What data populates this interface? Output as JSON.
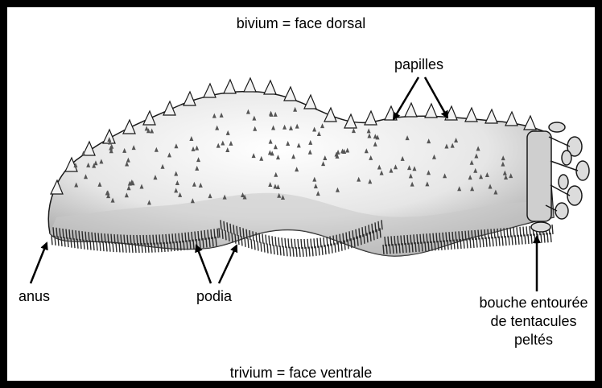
{
  "diagram": {
    "subject": "sea cucumber (holothurian) external anatomy",
    "labels": {
      "dorsal": "bivium = face dorsal",
      "ventral": "trivium = face ventrale",
      "papillae": "papilles",
      "anus": "anus",
      "podia": "podia",
      "mouth_line1": "bouche entourée",
      "mouth_line2": "de tentacules",
      "mouth_line3": "peltés"
    },
    "colors": {
      "frame": "#000000",
      "background": "#ffffff",
      "ink": "#1a1a1a",
      "body_fill": "#e9e9e9",
      "shade": "#9a9a9a"
    }
  }
}
